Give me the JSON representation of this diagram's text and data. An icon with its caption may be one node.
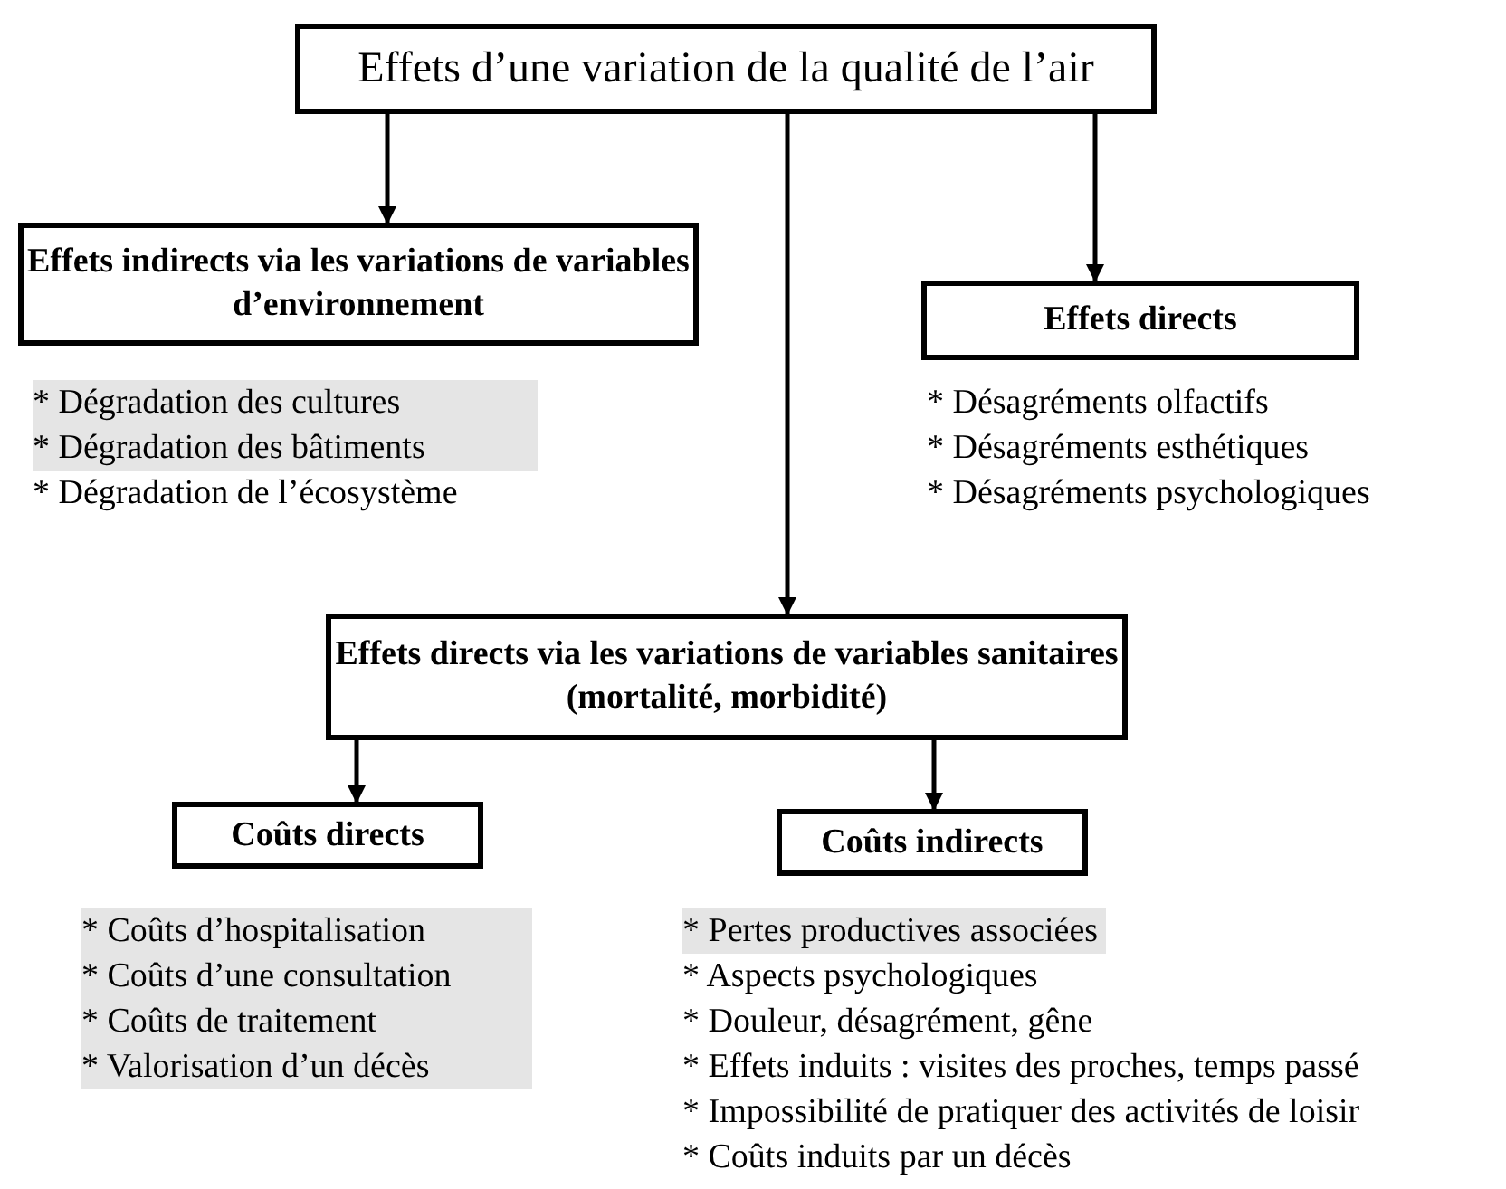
{
  "diagram": {
    "nodes": [
      {
        "text": [
          "Effets d’une variation de la qualité de l’air"
        ]
      },
      {
        "text": [
          "Effets indirects via les variations de variables d’environnement"
        ],
        "beside": [
          "* Dégradation des cultures",
          "* Dégradation des bâtiments",
          "* Dégradation de l’écosystème"
        ]
      },
      {
        "text": [
          "Effets directs"
        ],
        "beside": [
          "* Désagréments olfactifs",
          "* Désagréments esthétiques",
          "* Désagréments psychologiques"
        ]
      },
      {
        "text": [
          "Effets directs via les variations de variables sanitaires (mortalité, morbidité)"
        ]
      },
      {
        "text": [
          "Coûts directs"
        ],
        "beside": [
          "* Coûts d’hospitalisation",
          "* Coûts d’une consultation",
          "* Coûts de traitement",
          "* Valorisation d’un décès"
        ]
      },
      {
        "text": [
          "Coûts indirects"
        ],
        "beside": [
          "* Pertes productives associées",
          "* Aspects psychologiques",
          "* Douleur, désagrément, gêne",
          "* Effets induits : visites des proches, temps passé",
          "* Impossibilité de pratiquer des activités de loisir",
          "* Coûts induits par un décès"
        ]
      }
    ],
    "edges": [
      {
        "from": 0,
        "to": 1,
        "arrow": "to"
      },
      {
        "from": 0,
        "to": 3,
        "arrow": "to"
      },
      {
        "from": 0,
        "to": 2,
        "arrow": "to"
      },
      {
        "from": 3,
        "to": 4,
        "arrow": "to"
      },
      {
        "from": 3,
        "to": 5,
        "arrow": "to"
      }
    ]
  }
}
